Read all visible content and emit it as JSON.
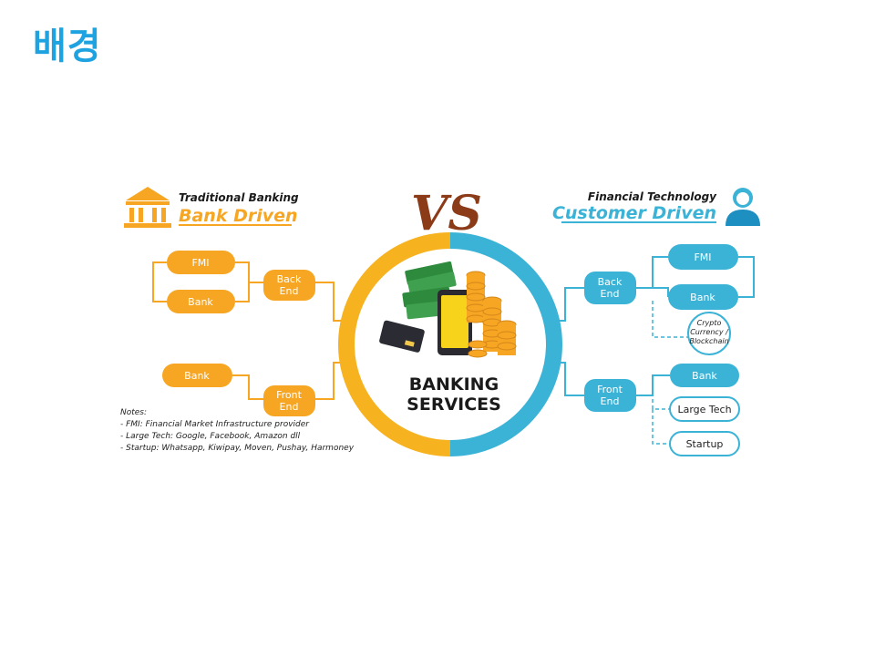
{
  "slide": {
    "title": "배경"
  },
  "colors": {
    "orange": "#f6a623",
    "blue": "#3bb3d6",
    "dark_blue": "#1d8fc0",
    "vs_brown": "#8c3b18"
  },
  "vs_label": "VS",
  "left_header": {
    "small": "Traditional Banking",
    "big": "Bank Driven",
    "icon": "bank-building-icon"
  },
  "right_header": {
    "small": "Financial Technology",
    "big": "Customer Driven",
    "icon": "user-avatar-icon"
  },
  "center": {
    "line1": "BANKING",
    "line2": "SERVICES",
    "icon": "banking-services-illustration"
  },
  "left": {
    "fmi": "FMI",
    "bank_top": "Bank",
    "back_end": [
      "Back",
      "End"
    ],
    "bank_bottom": "Bank",
    "front_end": [
      "Front",
      "End"
    ]
  },
  "right": {
    "back_end": [
      "Back",
      "End"
    ],
    "fmi": "FMI",
    "bank_top": "Bank",
    "crypto": [
      "Crypto",
      "Currency /",
      "Blockchain"
    ],
    "front_end": [
      "Front",
      "End"
    ],
    "bank_bottom": "Bank",
    "large_tech": "Large Tech",
    "startup": "Startup"
  },
  "notes": {
    "heading": "Notes:",
    "items": [
      "- FMI: Financial Market Infrastructure provider",
      "- Large Tech: Google, Facebook, Amazon dll",
      "- Startup: Whatsapp, Kiwipay, Moven, Pushay, Harmoney"
    ]
  }
}
